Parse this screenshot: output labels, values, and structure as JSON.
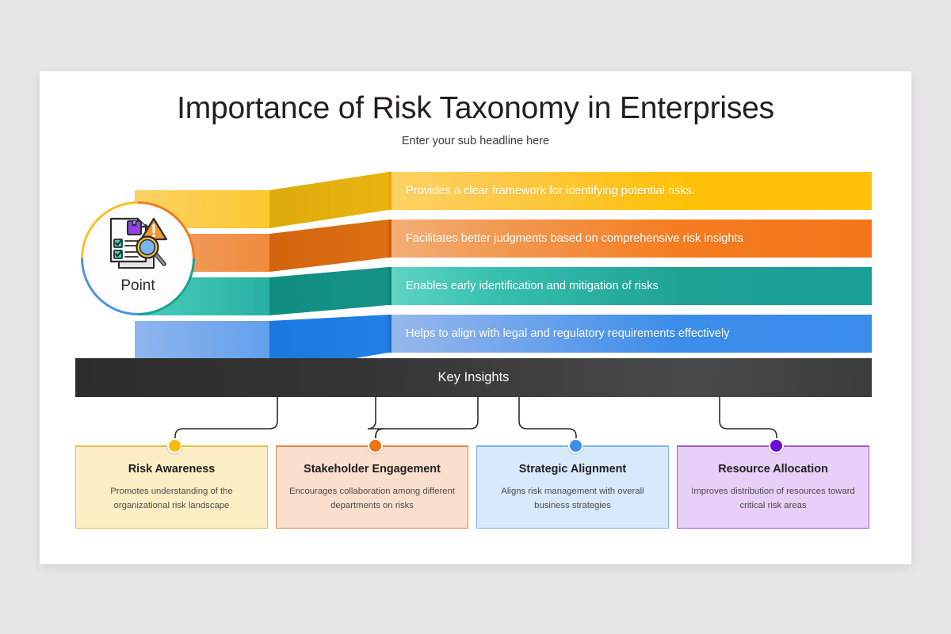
{
  "slide": {
    "title": "Importance of Risk Taxonomy in Enterprises",
    "subtitle": "Enter your sub headline here",
    "background_color": "#E8E7E8",
    "surface_color": "#FFFFFF"
  },
  "hub": {
    "label": "Point",
    "icon": "risk-checklist-magnifier-icon",
    "ring_colors": [
      "#F9C02E",
      "#EF7B1E",
      "#17A393",
      "#4D93E8"
    ]
  },
  "bars": [
    {
      "text": "Provides a clear framework for identifying potential risks.",
      "color": "#FFC107",
      "color_light": "#FDD264",
      "accent": "#F0A500"
    },
    {
      "text": "Facilitates better judgments based on comprehensive risk insights",
      "color": "#F57C1F",
      "color_light": "#F3AE77",
      "accent": "#D05C0A"
    },
    {
      "text": "Enables early identification and mitigation of risks",
      "color": "#1DA193",
      "color_light": "#5ED4C4",
      "accent": "#0E8479"
    },
    {
      "text": "Helps to align with legal and regulatory requirements effectively",
      "color": "#3D8EEA",
      "color_light": "#96B9EC",
      "accent": "#1F6FD0"
    }
  ],
  "key_insights": {
    "label": "Key Insights",
    "color": "#343434"
  },
  "cards": [
    {
      "title": "Risk Awareness",
      "description": "Promotes understanding of the organizational risk landscape",
      "background": "#FCEEC4",
      "border": "#DDC24E",
      "dot": "#F9BC15"
    },
    {
      "title": "Stakeholder Engagement",
      "description": "Encourages collaboration among different departments on risks",
      "background": "#FBDFCD",
      "border": "#D98D4F",
      "dot": "#EF7311"
    },
    {
      "title": "Strategic Alignment",
      "description": "Aligns risk management with overall business strategies",
      "background": "#D8E9FB",
      "border": "#7FB4E6",
      "dot": "#3D8EE8"
    },
    {
      "title": "Resource Allocation",
      "description": "Improves distribution of resources toward critical risk areas",
      "background": "#E8CFF7",
      "border": "#A45AD6",
      "dot": "#6B0FD6"
    }
  ]
}
